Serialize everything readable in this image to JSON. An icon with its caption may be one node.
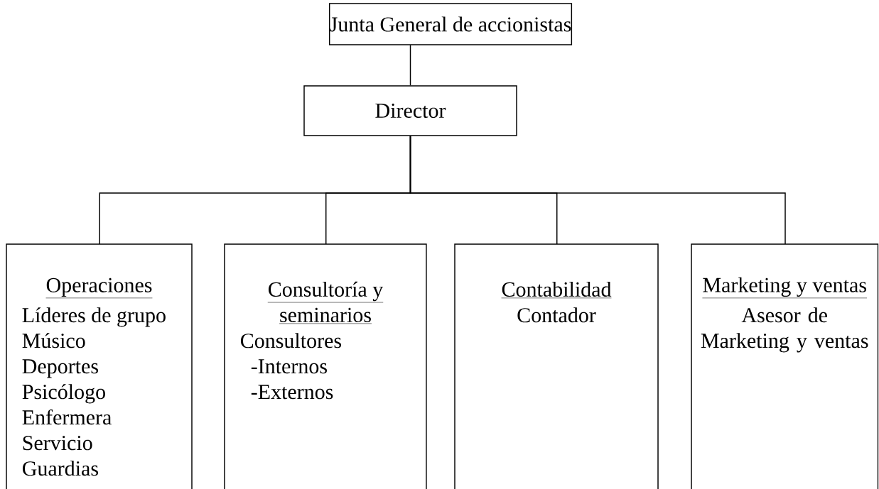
{
  "diagram": {
    "nodes": [
      {
        "text": [
          "Junta General de accionistas"
        ]
      },
      {
        "text": [
          "Director"
        ]
      },
      {
        "text": [
          "Operaciones",
          "Líderes de grupo",
          "Músico",
          "Deportes",
          "Psicólogo",
          "Enfermera",
          "Servicio",
          "Guardias"
        ]
      },
      {
        "text": [
          "Consultoría y seminarios",
          "Consultores",
          "-Internos",
          "-Externos"
        ]
      },
      {
        "text": [
          "Contabilidad",
          "Contador"
        ]
      },
      {
        "text": [
          "Marketing y ventas",
          "Asesor de Marketing y ventas"
        ]
      }
    ],
    "edges": [
      {
        "from": 0,
        "to": 1,
        "arrow": "none"
      },
      {
        "from": 1,
        "to": 2,
        "arrow": "none"
      },
      {
        "from": 1,
        "to": 3,
        "arrow": "none"
      },
      {
        "from": 1,
        "to": 4,
        "arrow": "none"
      },
      {
        "from": 1,
        "to": 5,
        "arrow": "none"
      }
    ]
  }
}
